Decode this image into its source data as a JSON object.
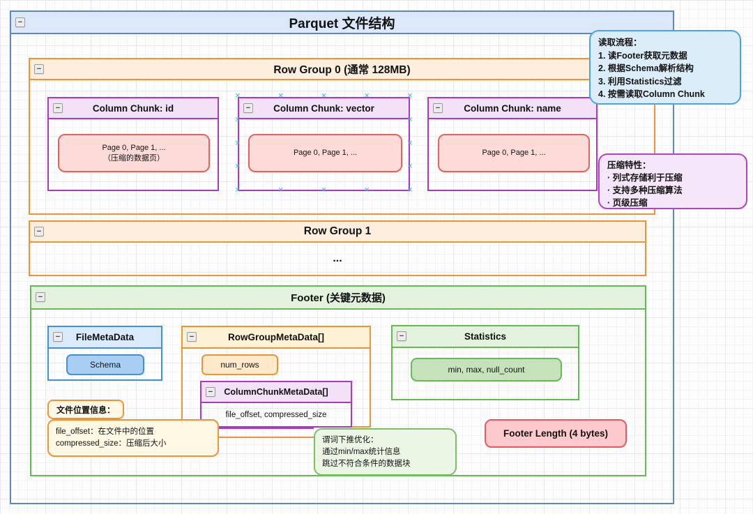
{
  "icons": {
    "collapse": "−",
    "resize_handle": "✕"
  },
  "colors": {
    "outer_blue": "#5e87c2",
    "orange": "#ee9432",
    "purple": "#a93bc2",
    "green": "#67b957",
    "bright_blue": "#4191d9",
    "page_red": "#e8625c",
    "footer_length_red": "#e85860",
    "annotation_blue": "#4ba3e9",
    "selection_handle_blue": "#41b1e9"
  },
  "diagram": {
    "title": "Parquet 文件结构",
    "row_group_0": {
      "title": "Row Group 0 (通常 128MB)"
    },
    "chunks": [
      {
        "title": "Column Chunk: id",
        "pages": [
          "Page 0, Page 1, ...",
          "（压缩的数据页）"
        ]
      },
      {
        "title": "Column Chunk: vector",
        "pages": [
          "Page 0, Page 1, ..."
        ]
      },
      {
        "title": "Column Chunk: name",
        "pages": [
          "Page 0, Page 1, ..."
        ]
      }
    ],
    "row_group_1": {
      "title": "Row Group 1",
      "body": "..."
    },
    "footer": {
      "title": "Footer (关键元数据)",
      "file_meta_data": {
        "title": "FileMetaData",
        "schema": "Schema"
      },
      "row_group_meta_data": {
        "title": "RowGroupMetaData[]",
        "num_rows": "num_rows",
        "column_chunk_meta_data": {
          "title": "ColumnChunkMetaData[]",
          "fields": "file_offset, compressed_size"
        }
      },
      "statistics": {
        "title": "Statistics",
        "fields": "min, max, null_count"
      },
      "footer_length": "Footer Length (4 bytes)"
    },
    "annotations": {
      "read_flow": {
        "title": "读取流程：",
        "lines": [
          "1. 读Footer获取元数据",
          "2. 根据Schema解析结构",
          "3. 利用Statistics过滤",
          "4. 按需读取Column Chunk"
        ]
      },
      "compression": {
        "title": "压缩特性：",
        "lines": [
          "· 列式存储利于压缩",
          "· 支持多种压缩算法",
          "· 页级压缩"
        ]
      },
      "file_position": {
        "title": "文件位置信息：",
        "lines": [
          "file_offset：在文件中的位置",
          "compressed_size：压缩后大小"
        ]
      },
      "predicate_pushdown": {
        "title": "谓词下推优化：",
        "lines": [
          "通过min/max统计信息",
          "跳过不符合条件的数据块"
        ]
      }
    }
  }
}
